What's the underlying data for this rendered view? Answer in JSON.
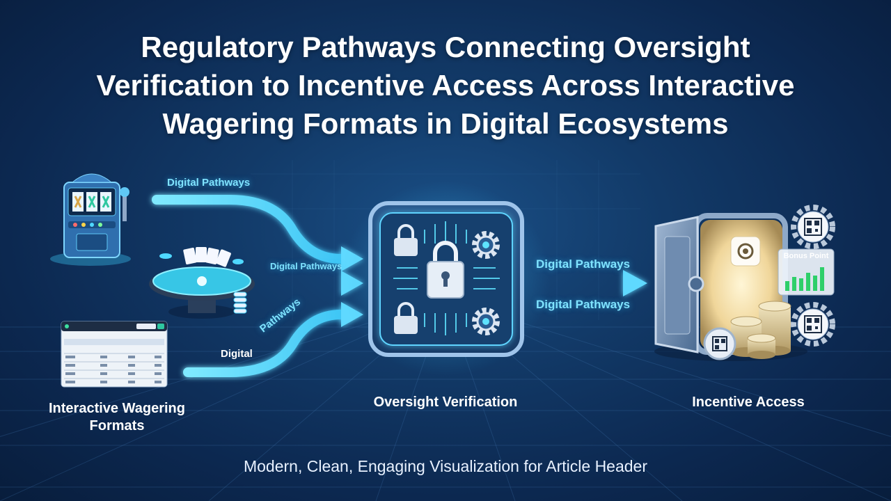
{
  "title_lines": [
    "Regulatory Pathways Connecting Oversight",
    "Verification to Incentive Access Across Interactive",
    "Wagering Formats in Digital Ecosystems"
  ],
  "pathway_labels": {
    "top_left": "Digital Pathways",
    "middle_left": "Digital Pathways",
    "bottom_left_word1": "Digital",
    "bottom_left_word2": "Pathways",
    "right_top": "Digital Pathways",
    "right_bottom": "Digital Pathways"
  },
  "columns": {
    "left_line1": "Interactive Wagering",
    "left_line2": "Formats",
    "center": "Oversight Verification",
    "right": "Incentive Access"
  },
  "bonus_label": "Bonus Point",
  "footer": "Modern, Clean, Engaging Visualization for Article Header",
  "colors": {
    "accent_cyan": "#4fd8ff",
    "background_dark": "#0c2850",
    "gold": "#d9c089"
  }
}
